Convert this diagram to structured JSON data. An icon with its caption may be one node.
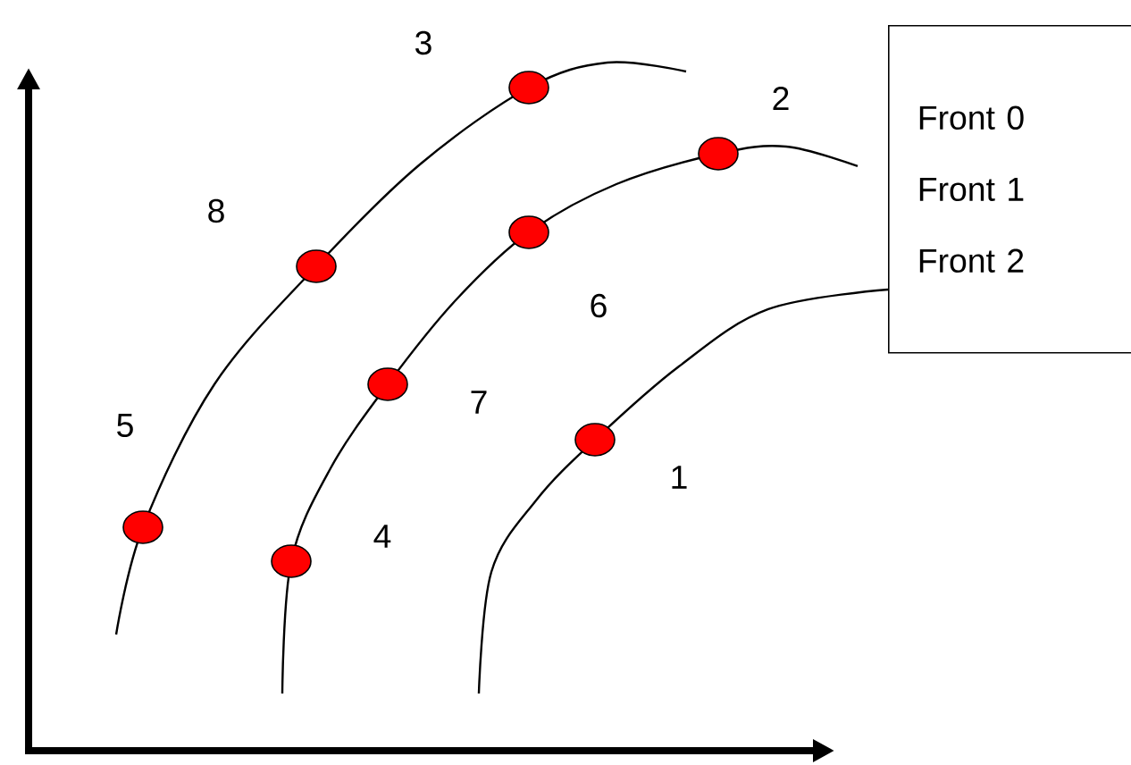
{
  "diagram": {
    "nodes": [
      {
        "text": [
          "Front 0",
          "Front 1",
          "Front 2"
        ]
      }
    ],
    "labels": [
      "3",
      "2",
      "8",
      "6",
      "5",
      "7",
      "1",
      "4"
    ]
  }
}
